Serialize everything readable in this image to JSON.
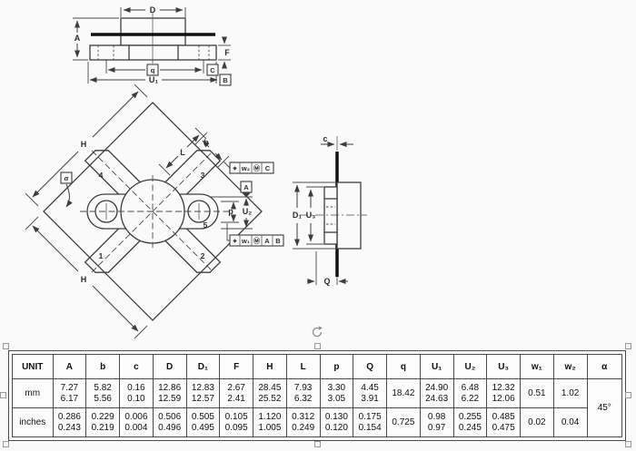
{
  "drawing": {
    "side": {
      "D": "D",
      "A": "A",
      "F": "F",
      "q": "q",
      "C": "C",
      "B": "B",
      "U1": "U₁"
    },
    "top": {
      "H": "H",
      "L": "L",
      "b": "b",
      "alpha": "α",
      "A": "A",
      "U2": "U₂",
      "p": "p",
      "pins": {
        "p1": "1",
        "p2": "2",
        "p3": "3",
        "p4": "4",
        "p5": "5"
      },
      "fcf_top": {
        "sym": "⌖",
        "tol": "w₂",
        "mod": "Ⓜ",
        "d1": "C"
      },
      "fcf_bottom": {
        "sym": "⌖",
        "tol": "w₁",
        "mod": "Ⓜ",
        "d1": "A",
        "d2": "B"
      }
    },
    "right": {
      "c": "c",
      "D1": "D₁",
      "U3": "U₃",
      "Q": "Q"
    }
  },
  "table": {
    "headers": [
      "UNIT",
      "A",
      "b",
      "c",
      "D",
      "D₁",
      "F",
      "H",
      "L",
      "p",
      "Q",
      "q",
      "U₁",
      "U₂",
      "U₃",
      "w₁",
      "w₂",
      "α"
    ],
    "rows": [
      {
        "label": "mm",
        "values": [
          "7.27\n6.17",
          "5.82\n5.56",
          "0.16\n0.10",
          "12.86\n12.59",
          "12.83\n12.57",
          "2.67\n2.41",
          "28.45\n25.52",
          "7.93\n6.32",
          "3.30\n3.05",
          "4.45\n3.91",
          "18.42",
          "24.90\n24.63",
          "6.48\n6.22",
          "12.32\n12.06",
          "0.51",
          "1.02"
        ]
      },
      {
        "label": "inches",
        "values": [
          "0.286\n0.243",
          "0.229\n0.219",
          "0.006\n0.004",
          "0.506\n0.496",
          "0.505\n0.495",
          "0.105\n0.095",
          "1.120\n1.005",
          "0.312\n0.249",
          "0.130\n0.120",
          "0.175\n0.154",
          "0.725",
          "0.98\n0.97",
          "0.255\n0.245",
          "0.485\n0.475",
          "0.02",
          "0.04"
        ]
      }
    ],
    "alpha": "45°"
  },
  "colors": {
    "line": "#3d3d3d",
    "lead": "#111111",
    "handle_border": "#9a9a9a"
  }
}
